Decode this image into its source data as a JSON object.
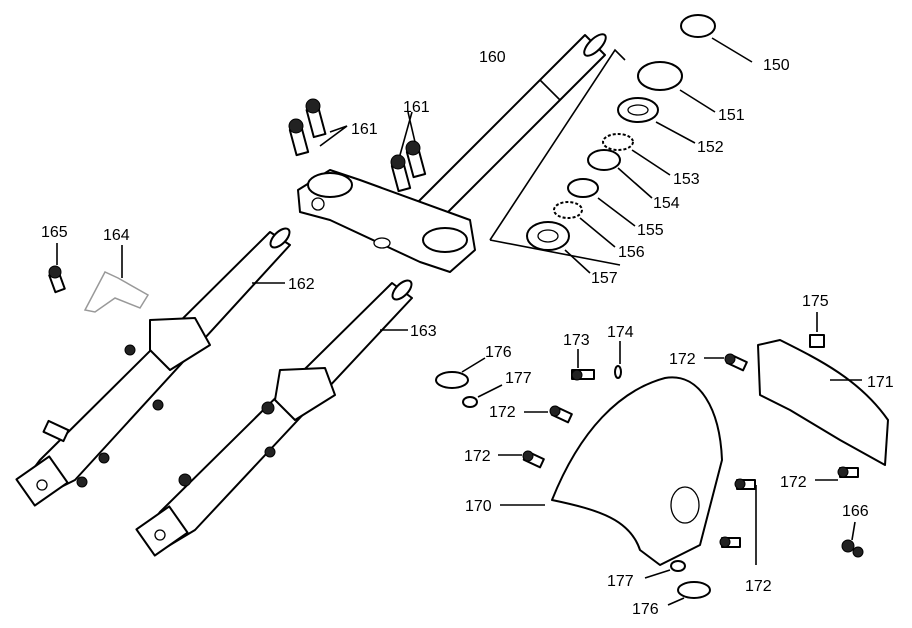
{
  "diagram": {
    "title": "Front fork and fender exploded parts view",
    "labels": {
      "p150": "150",
      "p151": "151",
      "p152": "152",
      "p153": "153",
      "p154": "154",
      "p155": "155",
      "p156": "156",
      "p157": "157",
      "p160": "160",
      "p161a": "161",
      "p161b": "161",
      "p162": "162",
      "p163": "163",
      "p164": "164",
      "p165": "165",
      "p166": "166",
      "p170": "170",
      "p171": "171",
      "p172a": "172",
      "p172b": "172",
      "p172c": "172",
      "p172d": "172",
      "p172e": "172",
      "p173": "173",
      "p174": "174",
      "p175": "175",
      "p176a": "176",
      "p176b": "176",
      "p177a": "177",
      "p177b": "177"
    }
  }
}
